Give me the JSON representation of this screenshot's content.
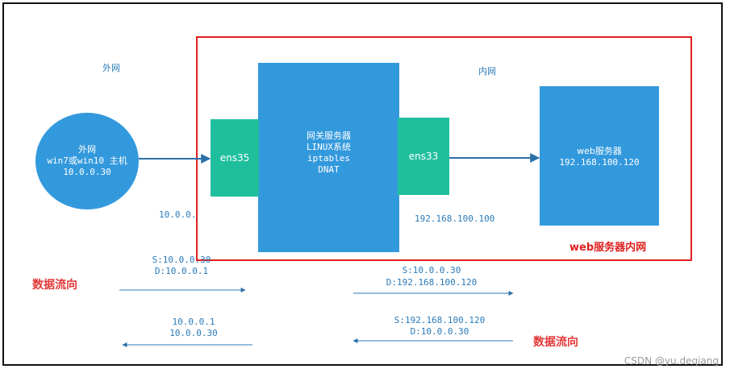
{
  "labels": {
    "outer_net_title": "外网",
    "inner_net_title": "内网",
    "gateway_ip_ext": "10.0.0.",
    "gateway_ip_int": "192.168.100.100"
  },
  "client": {
    "line1": "外网",
    "line2": "win7或win10 主机",
    "line3": "10.0.0.30"
  },
  "gateway": {
    "line1": "网关服务器",
    "line2": "LINUX系统",
    "line3": "iptables",
    "line4": "DNAT",
    "nic_ext": "ens35",
    "nic_int": "ens33"
  },
  "web_server": {
    "line1": "web服务器",
    "line2": "192.168.100.120"
  },
  "intranet_box_label": "web服务器内网",
  "flows": {
    "req_left_src": "S:10.0.0.30",
    "req_left_dst": "D:10.0.0.1",
    "req_right_src": "S:10.0.0.30",
    "req_right_dst": "D:192.168.100.120",
    "resp_right_src": "S:192.168.100.120",
    "resp_right_dst": "D:10.0.0.30",
    "resp_left_src": "10.0.0.1",
    "resp_left_dst": "10.0.0.30"
  },
  "data_flow_label_1": "数据流向",
  "data_flow_label_2": "数据流向",
  "watermark": "CSDN @yu.deqiang",
  "colors": {
    "blue": "#3399dd",
    "green": "#1fbf9d",
    "red": "#e02020"
  }
}
